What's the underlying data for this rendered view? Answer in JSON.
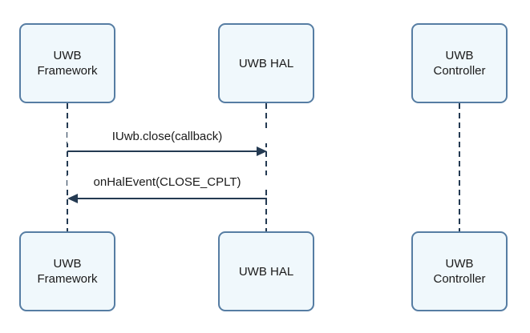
{
  "diagram": {
    "type": "sequence-diagram",
    "actors": [
      {
        "id": "uwb-framework",
        "label": "UWB Framework"
      },
      {
        "id": "uwb-hal",
        "label": "UWB HAL"
      },
      {
        "id": "uwb-controller",
        "label": "UWB Controller"
      }
    ],
    "messages": [
      {
        "label": "IUwb.close(callback)",
        "from": "uwb-framework",
        "to": "uwb-hal",
        "direction": "right"
      },
      {
        "label": "onHalEvent(CLOSE_CPLT)",
        "from": "uwb-hal",
        "to": "uwb-framework",
        "direction": "left"
      }
    ],
    "colors": {
      "box_fill": "#f0f8fc",
      "box_border": "#567da3",
      "line": "#243a52",
      "text": "#1a1a1a",
      "background": "#ffffff"
    }
  }
}
